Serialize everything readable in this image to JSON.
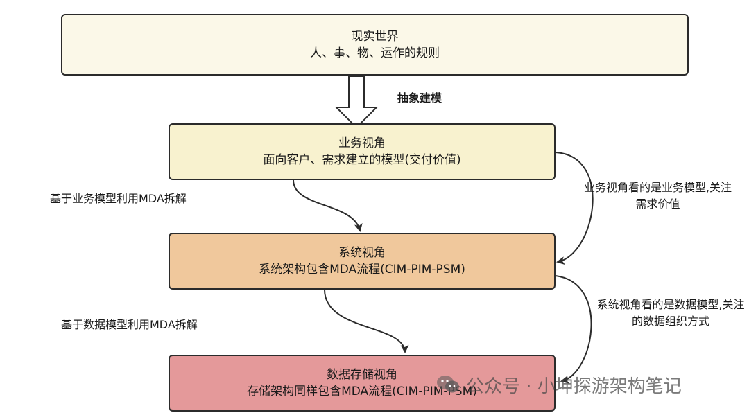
{
  "reality": {
    "line1": "现实世界",
    "line2": "人、事、物、运作的规则"
  },
  "abstract_label": "抽象建模",
  "business": {
    "line1": "业务视角",
    "line2": "面向客户、需求建立的模型(交付价值)"
  },
  "system": {
    "line1": "系统视角",
    "line2": "系统架构包含MDA流程(CIM-PIM-PSM)"
  },
  "storage": {
    "line1": "数据存储视角",
    "line2": "存储架构同样包含MDA流程(CIM-PIM-PSM)"
  },
  "left_labels": {
    "business_to_system": "基于业务模型利用MDA拆解",
    "system_to_storage": "基于数据模型利用MDA拆解"
  },
  "right_labels": {
    "business_note": "业务视角看的是业务模型,关注需求价值",
    "system_note": "系统视角看的是数据模型,关注的数据组织方式"
  },
  "watermark": {
    "text": "公众号 · 小坤探游架构笔记",
    "icon": "wechat-icon"
  }
}
